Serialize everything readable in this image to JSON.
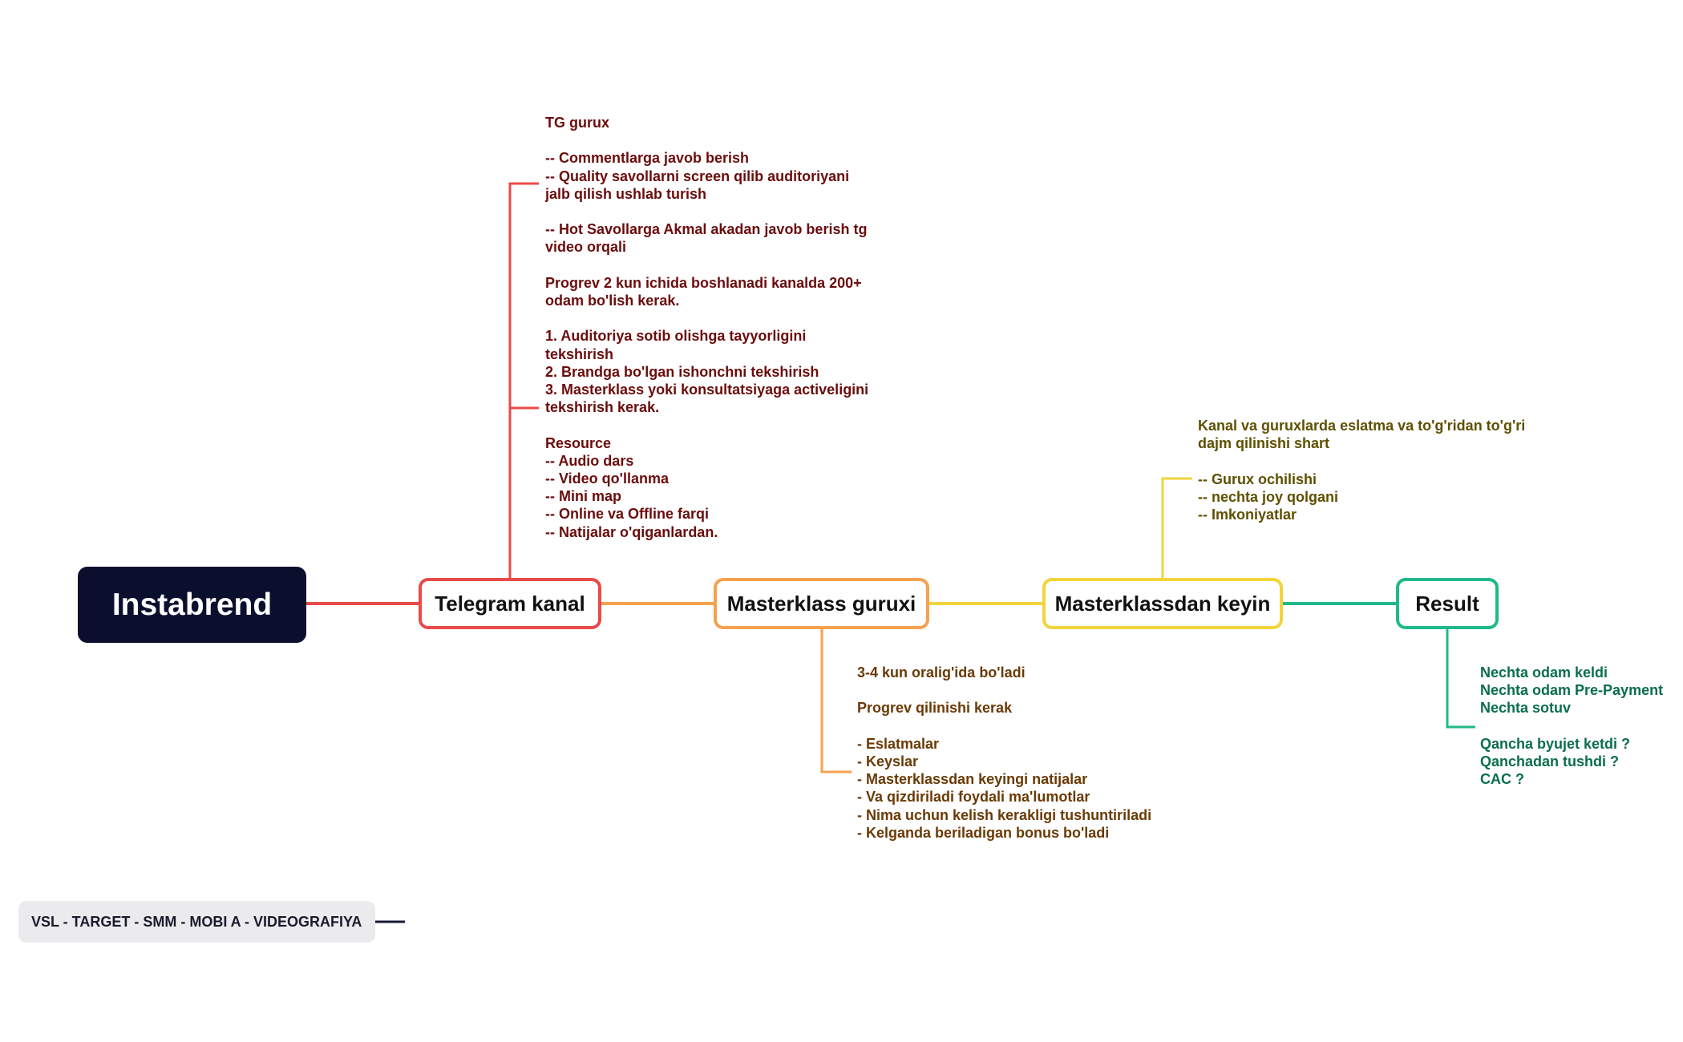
{
  "colors": {
    "root_bg": "#0a0f2e",
    "telegram": "#ea4a4a",
    "masterklass": "#f5a24f",
    "masterklassdan": "#f2d43c",
    "result": "#1fb98a",
    "footer_bg": "#ebebee"
  },
  "root": {
    "label": "Instabrend"
  },
  "nodes": {
    "telegram": {
      "label": "Telegram kanal"
    },
    "masterklass": {
      "label": "Masterklass guruxi"
    },
    "masterklassdan": {
      "label": "Masterklassdan keyin"
    },
    "result": {
      "label": "Result"
    }
  },
  "notes": {
    "telegram": "TG gurux\n\n-- Commentlarga javob berish\n-- Quality savollarni screen qilib auditoriyani\njalb qilish ushlab turish\n\n-- Hot Savollarga Akmal akadan javob berish tg\nvideo orqali\n\nProgrev 2 kun ichida boshlanadi kanalda 200+\nodam bo'lish kerak.\n\n1. Auditoriya sotib olishga tayyorligini\ntekshirish\n2. Brandga bo'lgan ishonchni tekshirish\n3. Masterklass yoki konsultatsiyaga activeligini\ntekshirish kerak.\n\nResource\n-- Audio dars\n-- Video qo'llanma\n-- Mini map\n-- Online va Offline farqi\n-- Natijalar o'qiganlardan.",
    "masterklass": "3-4 kun oralig'ida bo'ladi\n\nProgrev qilinishi kerak\n\n- Eslatmalar\n- Keyslar\n- Masterklassdan keyingi natijalar\n- Va qizdiriladi foydali ma'lumotlar\n- Nima uchun kelish kerakligi tushuntiriladi\n- Kelganda beriladigan bonus bo'ladi",
    "masterklassdan": "Kanal va guruxlarda eslatma va to'g'ridan to'g'ri\ndajm qilinishi shart\n\n-- Gurux ochilishi\n-- nechta joy qolgani\n-- Imkoniyatlar",
    "result": "Nechta odam keldi\nNechta odam Pre-Payment\nNechta sotuv\n\nQancha byujet ketdi ?\nQanchadan tushdi ?\nCAC ?"
  },
  "footer": {
    "label": "VSL - TARGET - SMM - MOBI A - VIDEOGRAFIYA"
  }
}
